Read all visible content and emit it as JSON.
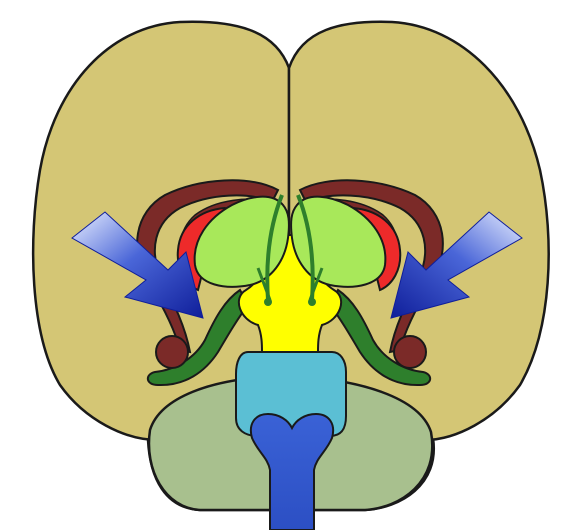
{
  "diagram": {
    "labels": [],
    "arrows": 2,
    "structures": [
      "left-cerebral-hemisphere",
      "right-cerebral-hemisphere",
      "cerebellum",
      "brainstem-pons",
      "spinal-cord",
      "left-thalamus",
      "right-thalamus",
      "third-ventricle",
      "left-caudate-nucleus",
      "right-caudate-nucleus",
      "left-putamen",
      "right-putamen",
      "left-fornix",
      "right-fornix",
      "left-amygdala",
      "right-amygdala"
    ]
  },
  "colors": {
    "hemisphere": "#d4c675",
    "cerebellum": "#a8c08e",
    "pons": "#5bbfd4",
    "spinal_cord": "#3a62d6",
    "thalamus": "#a8e85a",
    "ventricle": "#ffff00",
    "caudate": "#7b2a28",
    "putamen": "#ee2a2a",
    "fornix": "#2e7f2c",
    "arrow": "#1c33b8",
    "outline": "#1a1a1a"
  }
}
